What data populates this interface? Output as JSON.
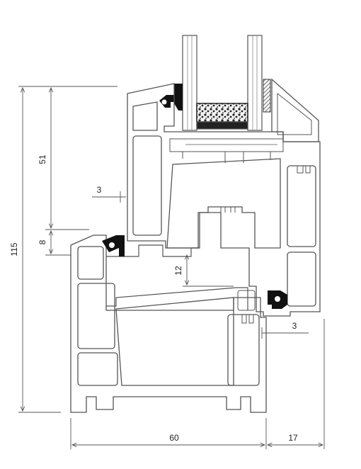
{
  "dimensions": {
    "total_height": "115",
    "upper_height": "51",
    "step_height": "8",
    "wall_left": "3",
    "rebate_gap": "12",
    "wall_right": "3",
    "frame_width": "60",
    "sash_overlap": "17"
  },
  "colors": {
    "line": "#555555",
    "glass_fill": "#ffffff",
    "foam_fill": "#e6e6e6",
    "gasket": "#111111",
    "dimension": "#555555"
  }
}
